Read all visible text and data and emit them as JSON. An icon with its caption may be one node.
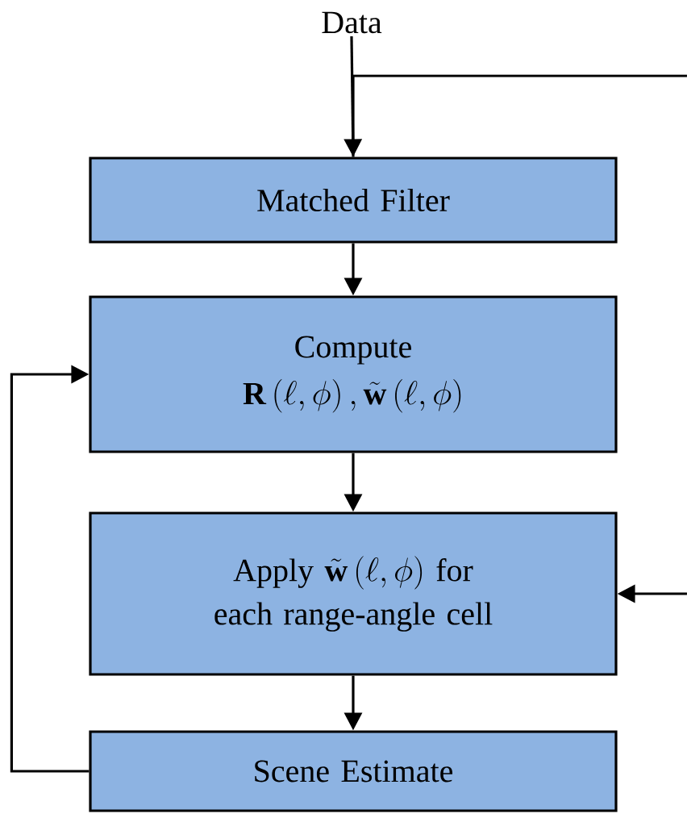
{
  "diagram": {
    "nodes": [
      {
        "text": [
          "Data"
        ]
      },
      {
        "text": [
          "Matched Filter"
        ]
      },
      {
        "text": [
          "Compute",
          "\\mathbf{R}\\left(\\ell,\\phi\\right),\\tilde{\\mathbf{w}}\\left(\\ell,\\phi\\right)"
        ]
      },
      {
        "text": [
          "Apply",
          "\\tilde{\\mathbf{w}}\\left(\\ell,\\phi\\right)",
          "for each range-angle cell"
        ]
      },
      {
        "text": [
          "Scene Estimate"
        ]
      }
    ],
    "edges": [
      {
        "from": 0,
        "to": 1,
        "arrow": "to"
      },
      {
        "from": null,
        "to": 1,
        "arrow": "none"
      },
      {
        "from": 1,
        "to": 2,
        "arrow": "to"
      },
      {
        "from": 2,
        "to": 3,
        "arrow": "to"
      },
      {
        "from": 3,
        "to": 4,
        "arrow": "to"
      },
      {
        "from": 4,
        "to": 2,
        "arrow": "to"
      },
      {
        "from": null,
        "to": 3,
        "arrow": "to"
      }
    ]
  }
}
